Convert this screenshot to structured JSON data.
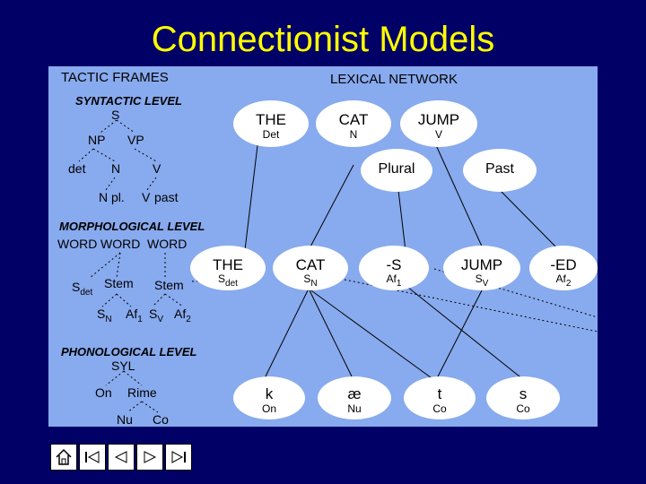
{
  "title": "Connectionist Models",
  "left": {
    "heading": "TACTIC FRAMES",
    "syntactic": {
      "level": "SYNTACTIC LEVEL",
      "s": "S",
      "np": "NP",
      "vp": "VP",
      "det": "det",
      "n": "N",
      "v": "V",
      "n2": "N",
      "pl": "pl.",
      "v2": "V",
      "past": "past"
    },
    "morphological": {
      "level": "MORPHOLOGICAL LEVEL",
      "words": [
        "WORD",
        "WORD",
        "WORD"
      ],
      "s_base": "S",
      "s_sub": "det",
      "stem1": "Stem",
      "stem2": "Stem",
      "sn_base": "S",
      "sn_sub": "N",
      "af_base": "Af",
      "af_sub": "1",
      "sv_base": "S",
      "sv_sub": "V",
      "af2_base": "Af",
      "af2_sub": "2"
    },
    "phonological": {
      "level": "PHONOLOGICAL LEVEL",
      "syl": "SYL",
      "on": "On",
      "rime": "Rime",
      "nu": "Nu",
      "co": "Co"
    }
  },
  "right": {
    "heading": "LEXICAL NETWORK",
    "lexemes": [
      {
        "main": "THE",
        "sub": "Det"
      },
      {
        "main": "CAT",
        "sub": "N"
      },
      {
        "main": "JUMP",
        "sub": "V"
      }
    ],
    "inflections": [
      {
        "main": "Plural"
      },
      {
        "main": "Past"
      }
    ],
    "morphemes": [
      {
        "main": "THE",
        "sub_base": "S",
        "sub_sub": "det"
      },
      {
        "main": "CAT",
        "sub_base": "S",
        "sub_sub": "N"
      },
      {
        "main": "-S",
        "sub_base": "Af",
        "sub_sub": "1"
      },
      {
        "main": "JUMP",
        "sub_base": "S",
        "sub_sub": "V"
      },
      {
        "main": "-ED",
        "sub_base": "Af",
        "sub_sub": "2"
      }
    ],
    "phonemes": [
      {
        "main": "k",
        "sub": "On"
      },
      {
        "main": "æ",
        "sub": "Nu"
      },
      {
        "main": "t",
        "sub": "Co"
      },
      {
        "main": "s",
        "sub": "Co"
      }
    ]
  },
  "nav": {
    "buttons": [
      "home-icon",
      "arrow-first-icon",
      "arrow-prev-icon",
      "arrow-next-icon",
      "arrow-last-icon"
    ]
  },
  "colors": {
    "background": "#000066",
    "title": "#ffff00",
    "panel": "#88aaee",
    "node": "#ffffff"
  }
}
